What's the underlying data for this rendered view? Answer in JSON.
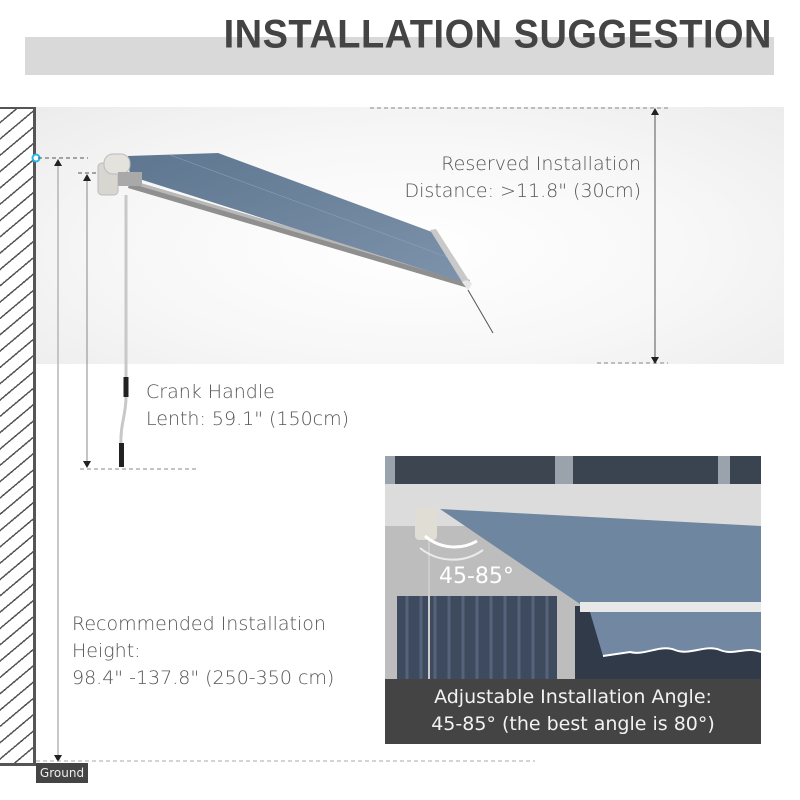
{
  "header": {
    "title": "INSTALLATION SUGGESTION"
  },
  "annotations": {
    "reserved_distance": {
      "line1": "Reserved Installation",
      "line2": "Distance: >11.8\" (30cm)"
    },
    "crank_handle": {
      "line1": "Crank Handle",
      "line2": "Lenth: 59.1\" (150cm)"
    },
    "recommended_height": {
      "line1": "Recommended Installation",
      "line2": "Height:",
      "line3": "98.4\" -137.8\" (250-350 cm)"
    },
    "ground_label": "Ground"
  },
  "photo_panel": {
    "angle_overlay": "45-85°",
    "caption_line1": "Adjustable Installation Angle:",
    "caption_line2": "45-85° (the best angle is 80°)"
  },
  "colors": {
    "awning_fabric": "#6f86a0",
    "title_text": "#444444",
    "title_band": "#d9d9d9",
    "caption_bg": "#444444",
    "wall_line": "#555555",
    "marker_dot": "#29b6e8"
  }
}
